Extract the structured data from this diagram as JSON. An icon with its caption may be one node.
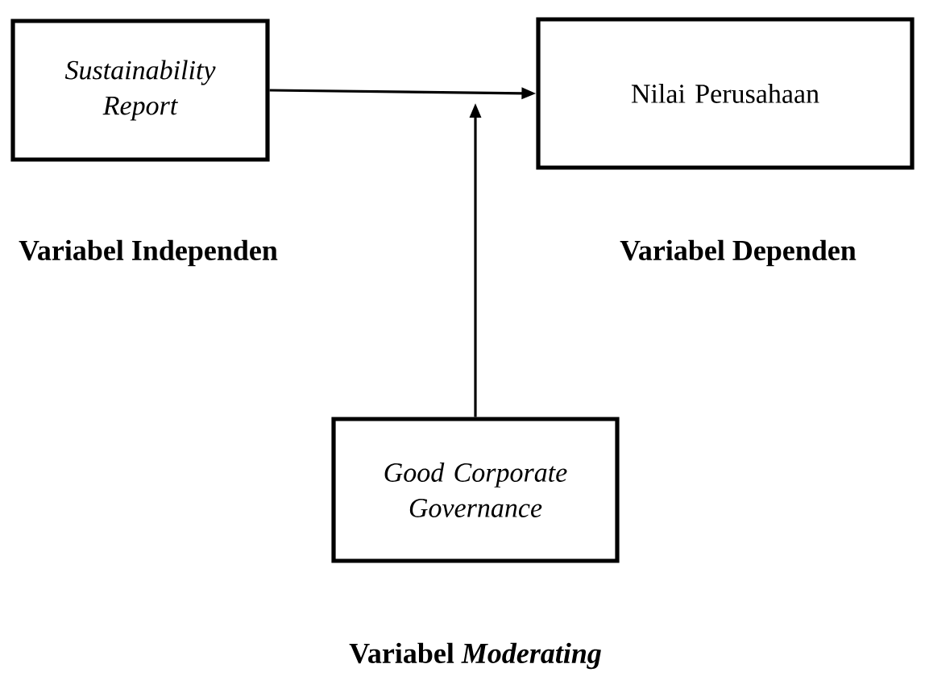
{
  "diagram": {
    "nodes": [
      {
        "text": [
          "Sustainability Report"
        ],
        "beside": [
          "Variabel Independen"
        ]
      },
      {
        "text": [
          "Nilai Perusahaan"
        ],
        "beside": [
          "Variabel Dependen"
        ]
      },
      {
        "text": [
          "Good Corporate Governance"
        ],
        "beside": [
          "Variabel *Moderating*"
        ]
      }
    ],
    "edges": [
      {
        "from": 0,
        "to": 1,
        "arrow": "to"
      },
      {
        "from": 2,
        "to": null,
        "arrow": "to"
      }
    ]
  }
}
